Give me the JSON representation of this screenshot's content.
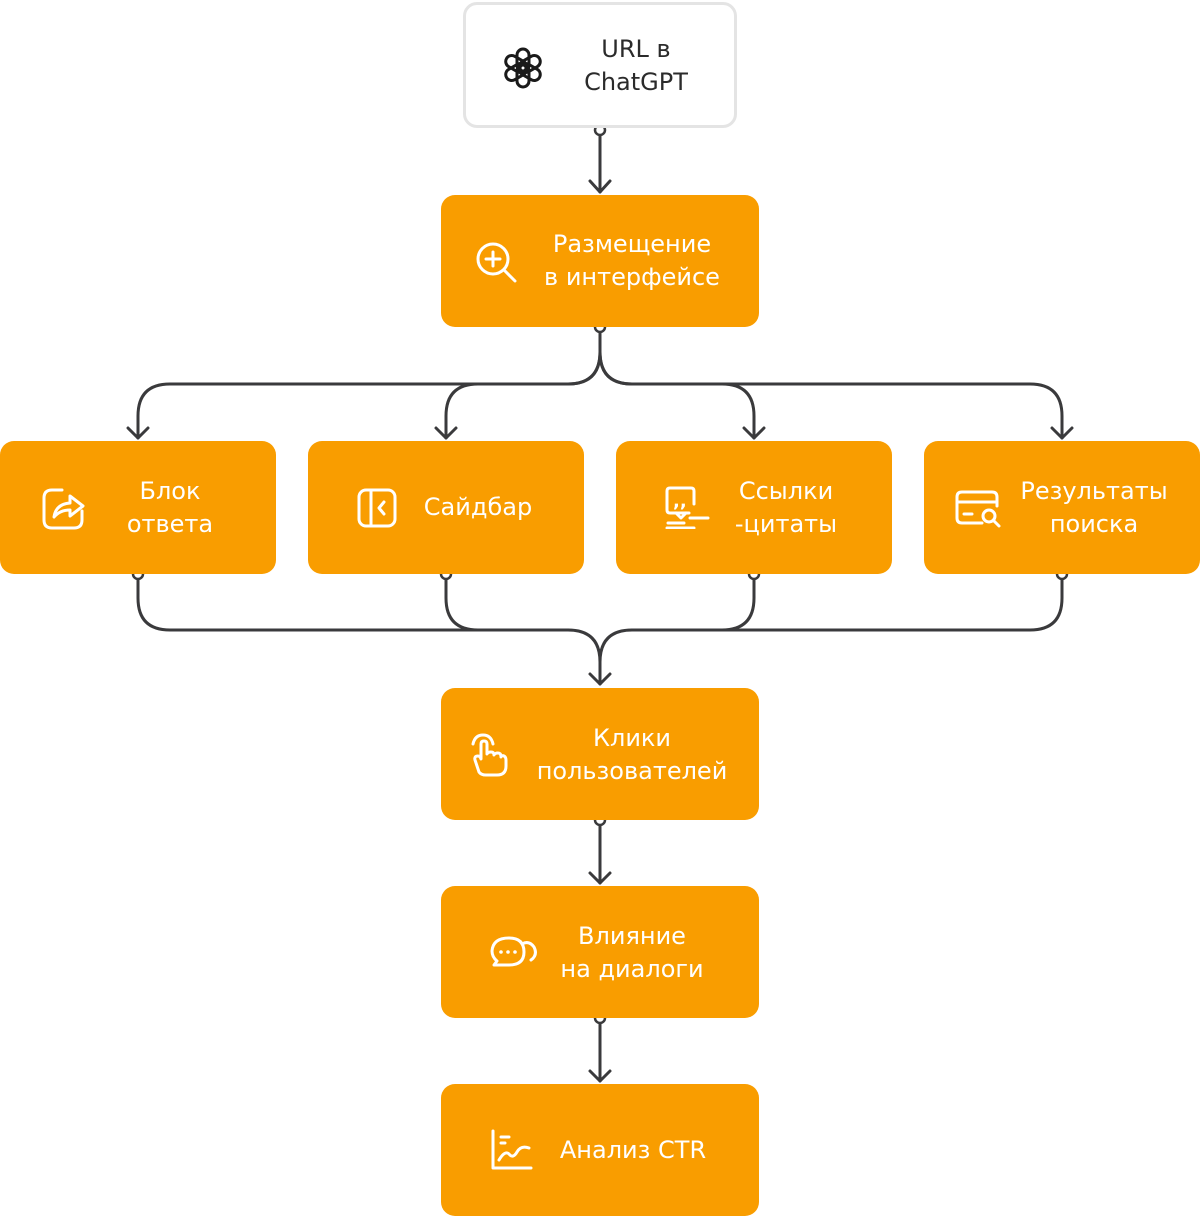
{
  "nodes": {
    "source": {
      "line1": "URL в",
      "line2": "ChatGPT",
      "icon": "openai-logo-icon"
    },
    "placement": {
      "line1": "Размещение",
      "line2": "в интерфейсе",
      "icon": "zoom-in-icon"
    },
    "answer_block": {
      "line1": "Блок",
      "line2": "ответа",
      "icon": "share-icon"
    },
    "sidebar": {
      "line1": "Сайдбар",
      "icon": "sidebar-collapse-icon"
    },
    "citations": {
      "line1": "Ссылки",
      "line2": "-цитаты",
      "icon": "quote-icon"
    },
    "search_results": {
      "line1": "Результаты",
      "line2": "поиска",
      "icon": "card-search-icon"
    },
    "user_clicks": {
      "line1": "Клики",
      "line2": "пользователей",
      "icon": "pointer-hand-icon"
    },
    "dialog_influence": {
      "line1": "Влияние",
      "line2": "на диалоги",
      "icon": "chat-bubbles-icon"
    },
    "ctr_analysis": {
      "line1": "Анализ CTR",
      "icon": "line-chart-icon"
    }
  },
  "colors": {
    "node_fill": "#F99D00",
    "node_text": "#FFFFFF",
    "source_border": "#E4E4E4",
    "connector": "#3A3A3C"
  }
}
